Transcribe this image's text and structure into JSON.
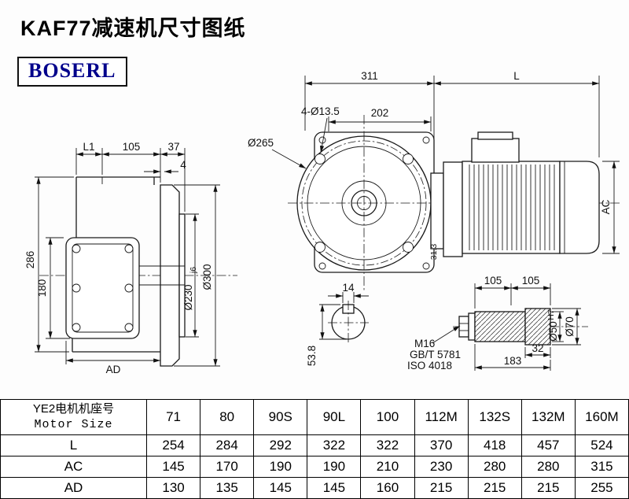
{
  "page": {
    "title": "KAF77减速机尺寸图纸",
    "logo_text": "BOSERL"
  },
  "drawing": {
    "front": {
      "d311": "311",
      "dL": "L",
      "holes": "4-Ø13.5",
      "d202": "202",
      "d265": "Ø265",
      "dAC": "AC",
      "d313": "31.3"
    },
    "side": {
      "dL1": "L1",
      "d105": "105",
      "d37": "37",
      "d4": "4",
      "d286": "286",
      "d180": "180",
      "dAD": "AD",
      "d230": "Ø230",
      "d230_tol": "j6",
      "d300": "Ø300"
    },
    "section": {
      "d14": "14",
      "d538": "53.8"
    },
    "shaft": {
      "d105a": "105",
      "d105b": "105",
      "d32": "32",
      "d183": "183",
      "d50": "Ø50",
      "d50_tol": "H7",
      "d70": "Ø70",
      "bolt": "M16",
      "std1": "GB/T 5781",
      "std2": "ISO 4018"
    }
  },
  "table": {
    "col0_line1": "YE2电机机座号",
    "col0_line2": "Motor Size",
    "sizes": [
      "71",
      "80",
      "90S",
      "90L",
      "100",
      "112M",
      "132S",
      "132M",
      "160M"
    ],
    "rows": [
      {
        "label": "L",
        "values": [
          "254",
          "284",
          "292",
          "322",
          "322",
          "370",
          "418",
          "457",
          "524"
        ]
      },
      {
        "label": "AC",
        "values": [
          "145",
          "170",
          "190",
          "190",
          "210",
          "230",
          "280",
          "280",
          "315"
        ]
      },
      {
        "label": "AD",
        "values": [
          "130",
          "135",
          "145",
          "145",
          "160",
          "215",
          "215",
          "215",
          "255"
        ]
      }
    ]
  }
}
